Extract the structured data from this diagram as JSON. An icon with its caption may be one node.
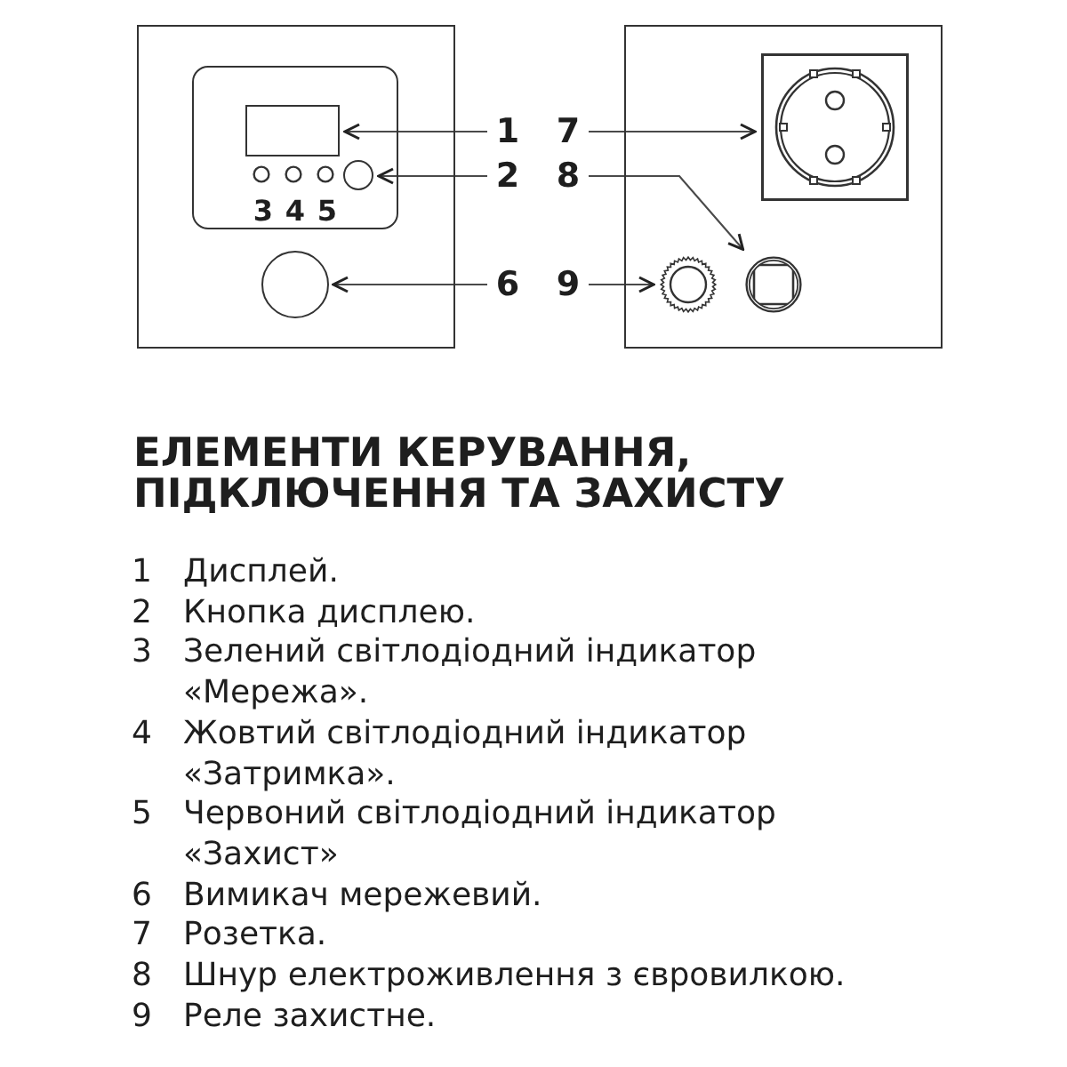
{
  "diagram": {
    "title": "ЕЛЕМЕНТИ КЕРУВАННЯ, ПІДКЛЮЧЕННЯ ТА ЗАХИСТУ",
    "nodes": [
      {
        "text": [],
        "shape": "box"
      },
      {
        "text": [],
        "shape": "box",
        "in": 0
      },
      {
        "text": [],
        "shape": "box",
        "in": 1
      },
      {
        "text": [],
        "shape": "circle",
        "in": 1
      },
      {
        "text": [],
        "shape": "circle",
        "in": 0
      },
      {
        "text": [
          "1"
        ]
      },
      {
        "text": [
          "2"
        ]
      },
      {
        "text": [
          "6"
        ]
      },
      {
        "text": [
          "7"
        ]
      },
      {
        "text": [
          "8"
        ]
      },
      {
        "text": [
          "9"
        ]
      },
      {
        "text": [],
        "shape": "box"
      },
      {
        "text": [],
        "shape": "picture",
        "in": 11
      },
      {
        "text": [],
        "shape": "picture",
        "in": 11
      },
      {
        "text": [],
        "shape": "picture",
        "in": 11
      }
    ],
    "edges": [
      {
        "from": 5,
        "to": 2,
        "arrow": "to"
      },
      {
        "from": 6,
        "to": 3,
        "arrow": "to"
      },
      {
        "from": 7,
        "to": 4,
        "arrow": "to"
      },
      {
        "from": 8,
        "to": 12,
        "arrow": "to"
      },
      {
        "from": 9,
        "to": 14,
        "arrow": "to"
      },
      {
        "from": 10,
        "to": 13,
        "arrow": "to"
      }
    ],
    "labels": [
      "3",
      "4",
      "5",
      "1",
      "Дисплей.",
      "2",
      "Кнопка дисплею.",
      "3",
      "Зелений світлодіодний індикатор «Мережа».",
      "4",
      "Жовтий світлодіодний індикатор «Затримка».",
      "5",
      "Червоний світлодіодний індикатор «Захист»",
      "6",
      "Вимикач мережевий.",
      "7",
      "Розетка.",
      "8",
      "Шнур електроживлення з євровилкою.",
      "9",
      "Реле захистне."
    ]
  }
}
